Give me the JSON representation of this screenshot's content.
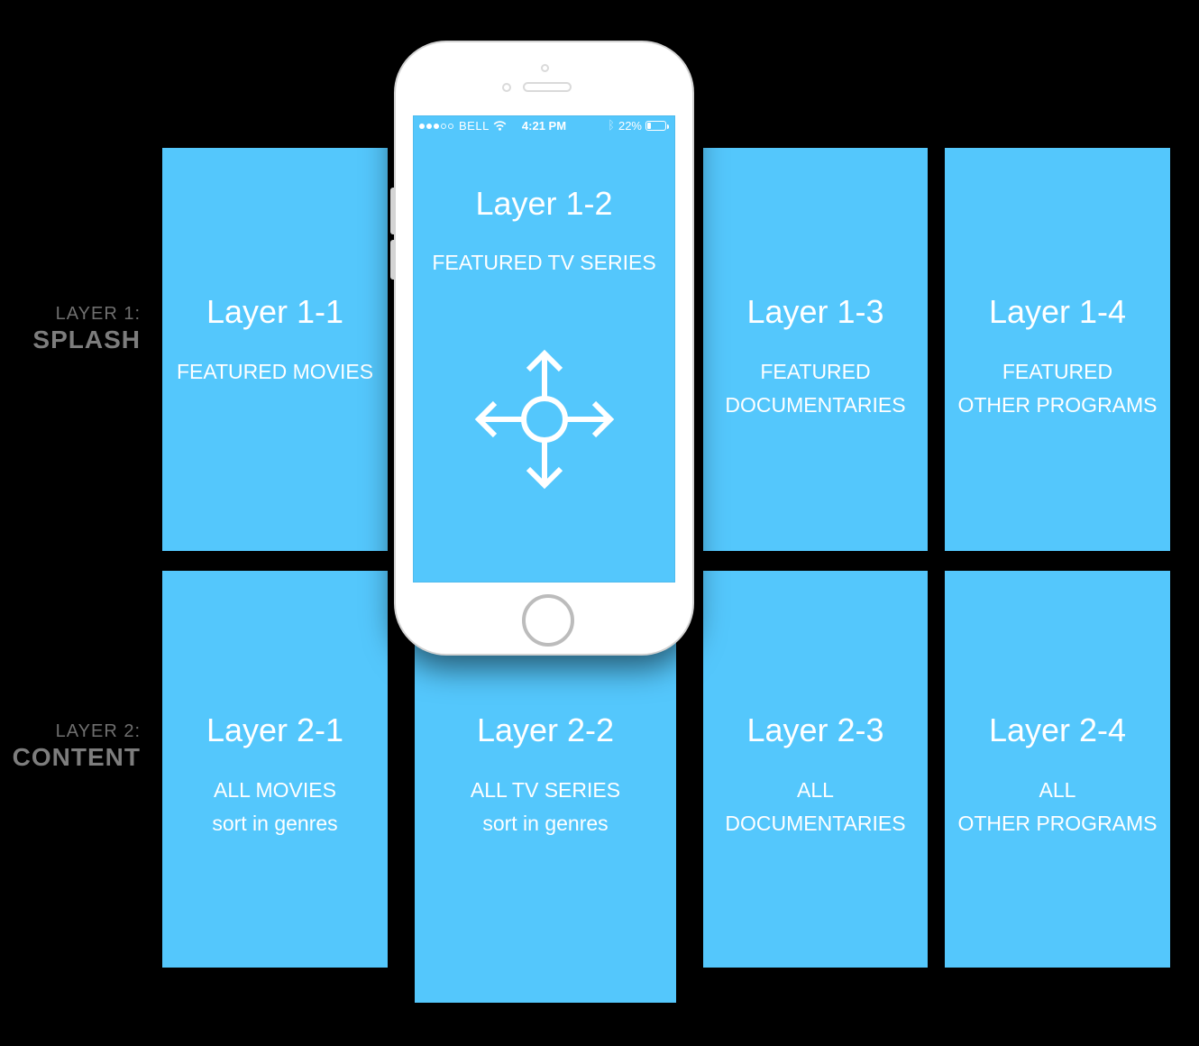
{
  "colors": {
    "background": "#000000",
    "card_blue": "#54C7FC",
    "label_gray": "#7d7d7d",
    "phone_white": "#ffffff"
  },
  "row_labels": [
    {
      "prefix": "LAYER 1:",
      "name": "SPLASH"
    },
    {
      "prefix": "LAYER 2:",
      "name": "CONTENT"
    }
  ],
  "cards": [
    {
      "id": "layer-1-1",
      "title": "Layer 1-1",
      "lines": [
        "FEATURED MOVIES"
      ]
    },
    {
      "id": "layer-1-3",
      "title": "Layer 1-3",
      "lines": [
        "FEATURED",
        "DOCUMENTARIES"
      ]
    },
    {
      "id": "layer-1-4",
      "title": "Layer 1-4",
      "lines": [
        "FEATURED",
        "OTHER PROGRAMS"
      ]
    },
    {
      "id": "layer-2-1",
      "title": "Layer 2-1",
      "lines": [
        "ALL MOVIES",
        "sort in genres"
      ]
    },
    {
      "id": "layer-2-2",
      "title": "Layer 2-2",
      "lines": [
        "ALL TV SERIES",
        "sort in genres"
      ]
    },
    {
      "id": "layer-2-3",
      "title": "Layer 2-3",
      "lines": [
        "ALL",
        "DOCUMENTARIES"
      ]
    },
    {
      "id": "layer-2-4",
      "title": "Layer 2-4",
      "lines": [
        "ALL",
        "OTHER PROGRAMS"
      ]
    }
  ],
  "phone": {
    "status_bar": {
      "carrier": "BELL",
      "time": "4:21 PM",
      "bluetooth_icon": "ᛒ",
      "battery_percent": "22%"
    },
    "screen": {
      "title": "Layer 1-2",
      "subtitle": "FEATURED TV SERIES",
      "icon": "four-way-navigation-arrows"
    }
  }
}
